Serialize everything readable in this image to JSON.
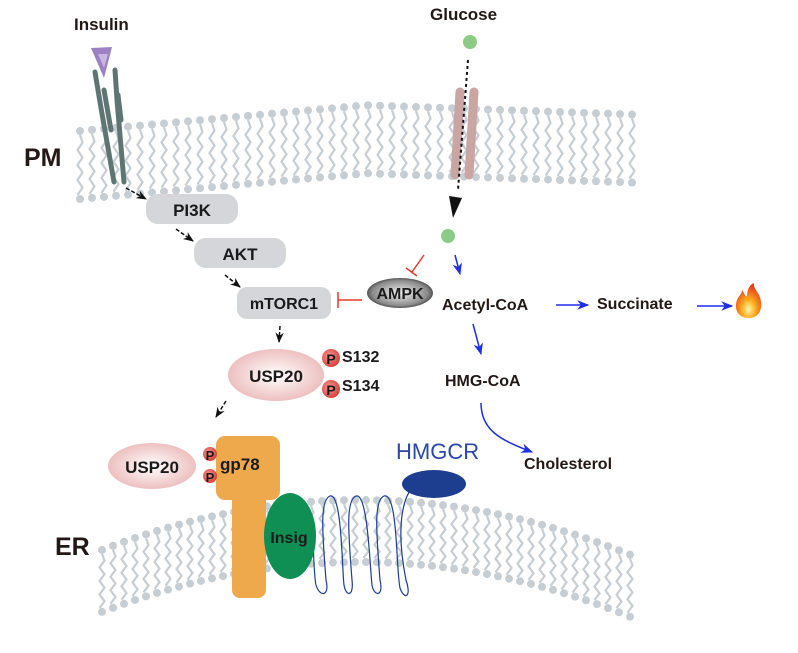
{
  "labels": {
    "insulin": "Insulin",
    "glucose": "Glucose",
    "pm": "PM",
    "er": "ER"
  },
  "nodes": {
    "pi3k": "PI3K",
    "akt": "AKT",
    "mtorc1": "mTORC1",
    "ampk": "AMPK",
    "usp20_top": "USP20",
    "usp20_bottom": "USP20",
    "gp78": "gp78",
    "insig": "Insig",
    "hmgcr": "HMGCR"
  },
  "phospho": {
    "symbol": "P",
    "site1": "S132",
    "site2": "S134"
  },
  "metabolites": {
    "acetyl_coa": "Acetyl-CoA",
    "succinate": "Succinate",
    "hmg_coa": "HMG-CoA",
    "cholesterol": "Cholesterol",
    "fire_icon": "🔥"
  },
  "colors": {
    "membrane": "#c7ced3",
    "receptor": "#5f7572",
    "insulin": "#8b6bb8",
    "glucose": "#8ccb86",
    "transporter": "#c9a5a3",
    "node_gray": "#d4d6d9",
    "usp20": "#f0c4c4",
    "phospho": "#e0544f",
    "gp78": "#eda94c",
    "insig": "#108f54",
    "hmgcr": "#1d3e8f",
    "inhibit": "#e03a2c",
    "blue_arrow": "#1f2ee8"
  }
}
